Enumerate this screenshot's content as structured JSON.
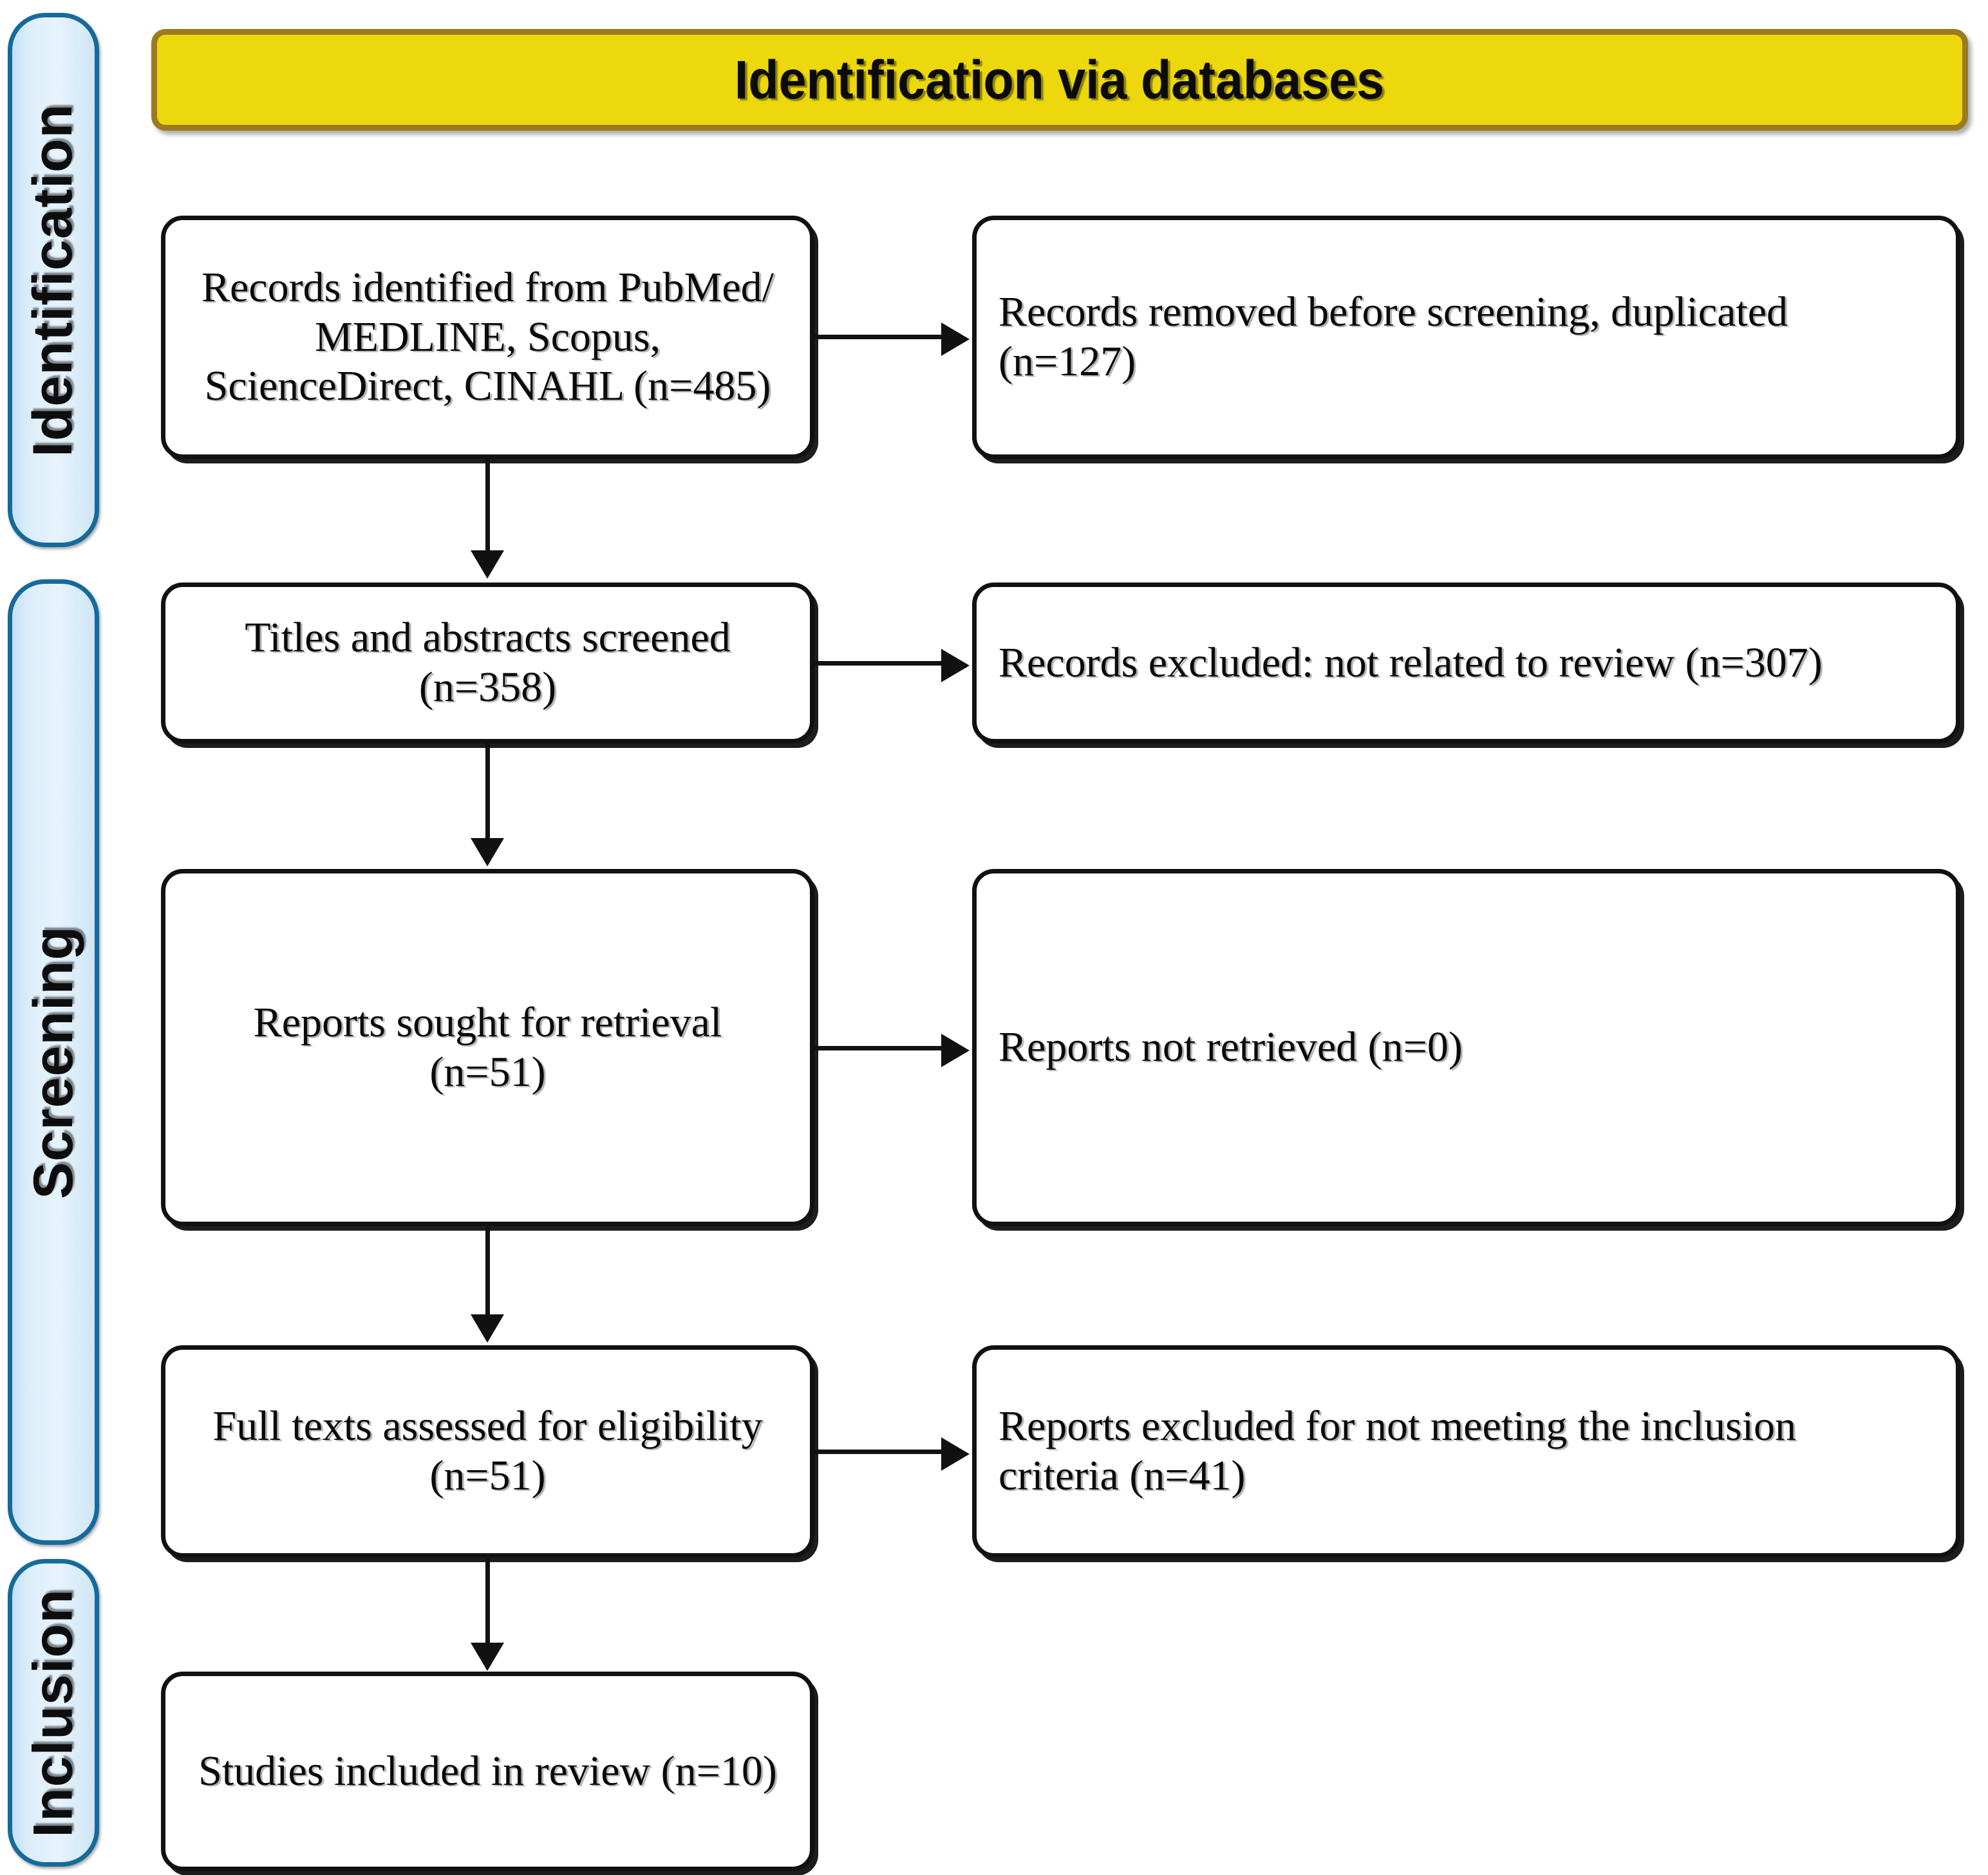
{
  "banner": {
    "title": "Identification via databases"
  },
  "stages": [
    {
      "id": "identification",
      "label": "Identification"
    },
    {
      "id": "screening",
      "label": "Screening"
    },
    {
      "id": "inclusion",
      "label": "Inclusion"
    }
  ],
  "boxes": {
    "identified": "Records identified from PubMed/\nMEDLINE, Scopus,\nScienceDirect, CINAHL (n=485)",
    "removed": "Records removed before screening, duplicated\n(n=127)",
    "screened": "Titles and abstracts screened\n(n=358)",
    "excluded_review": "Records excluded: not related to review (n=307)",
    "sought": "Reports sought for retrieval\n(n=51)",
    "not_retrieved": "Reports not retrieved (n=0)",
    "fulltext": "Full texts assessed for eligibility\n(n=51)",
    "excluded_criteria": "Reports excluded for not meeting the inclusion\ncriteria (n=41)",
    "included": "Studies included in review (n=10)"
  },
  "counts": {
    "records_identified": 485,
    "records_removed_duplicated": 127,
    "titles_abstracts_screened": 358,
    "records_excluded_not_related": 307,
    "reports_sought": 51,
    "reports_not_retrieved": 0,
    "full_texts_assessed": 51,
    "reports_excluded_criteria": 41,
    "studies_included": 10
  },
  "colors": {
    "banner_fill": "#ecd80d",
    "banner_border": "#9b7b1e",
    "stage_fill": "#d7eaf8",
    "stage_border": "#156a9c",
    "box_border": "#111111",
    "connector": "#111111"
  }
}
